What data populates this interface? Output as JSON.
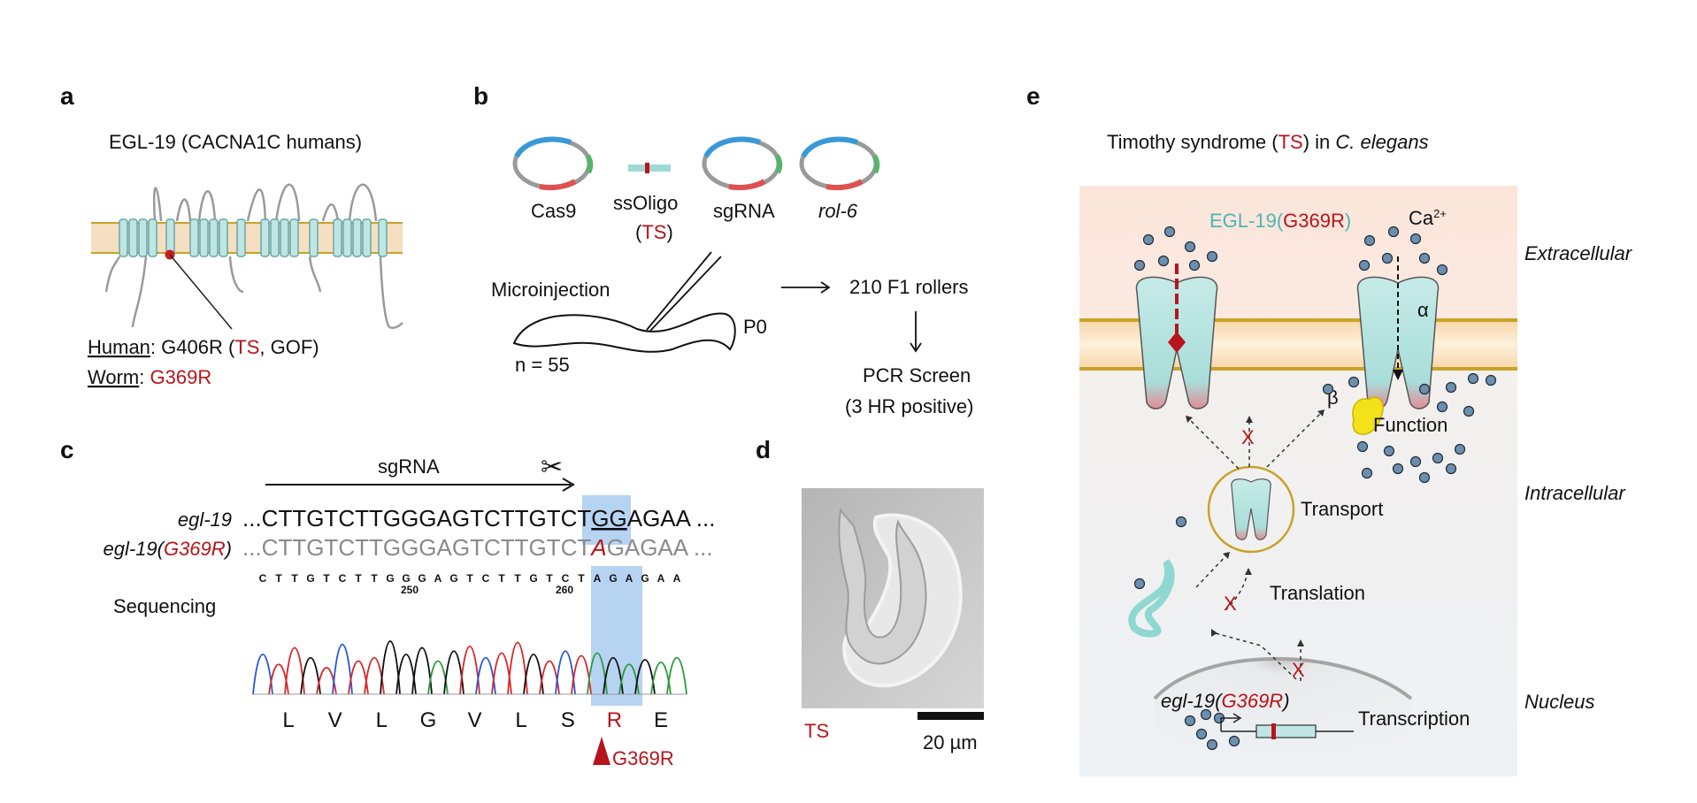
{
  "colors": {
    "red": "#b8141b",
    "teal": "#4bb5b5",
    "membrane_band": "#f6dfc0",
    "membrane_line": "#c9a227",
    "channel_fill": "#bfe6e4",
    "extracellular_bg": "#fbe7dc",
    "intracellular_bg": "#eef1f4",
    "highlight_blue": "#9cc3ee",
    "beta_yellow": "#f3e21a",
    "ion_fill": "#6d8fae"
  },
  "panel_a": {
    "letter": "a",
    "title": "EGL-19 (CACNA1C humans)",
    "human_label": "Human",
    "human_value_prefix": ": G406R (",
    "human_ts": "TS",
    "human_value_suffix": ", GOF)",
    "worm_label": "Worm",
    "worm_sep": ": ",
    "worm_value": "G369R"
  },
  "panel_b": {
    "letter": "b",
    "plasmids": [
      "Cas9",
      "ssOligo",
      "sgRNA",
      "rol-6"
    ],
    "ssoligo_ts_open": "(",
    "ssoligo_ts": "TS",
    "ssoligo_ts_close": ")",
    "microinjection": "Microinjection",
    "p0": "P0",
    "n_label": "n = 55",
    "rollers": "210 F1 rollers",
    "pcr_line1": "PCR Screen",
    "pcr_line2": "(3 HR positive)"
  },
  "panel_c": {
    "letter": "c",
    "sgrna": "sgRNA",
    "wt_label": "egl-19",
    "mut_label_prefix": "egl-19(",
    "mut_label_red": "G369R",
    "mut_label_suffix": ")",
    "wt_seq_a": "...CTTGTCTTGGGAGTCTTGTCT",
    "wt_seq_pam": "GG",
    "wt_seq_b": "AGAA ...",
    "mut_seq_a": "...CTTGTCTTGGGAGTCTTGTCT",
    "mut_seq_mut": "A",
    "mut_seq_b": "GAGAA ...",
    "sequencing": "Sequencing",
    "trace_bases": [
      "C",
      "T",
      "T",
      "G",
      "T",
      "C",
      "T",
      "T",
      "G",
      "G",
      "G",
      "A",
      "G",
      "T",
      "C",
      "T",
      "T",
      "G",
      "T",
      "C",
      "T",
      "A",
      "G",
      "A",
      "G",
      "A",
      "A"
    ],
    "trace_pos_250": "250",
    "trace_pos_260": "260",
    "amino_acids": [
      "L",
      "V",
      "L",
      "G",
      "V",
      "L",
      "S",
      "R",
      "E"
    ],
    "mutation_label": "G369R"
  },
  "panel_d": {
    "letter": "d",
    "label": "TS",
    "scale": "20 µm"
  },
  "panel_e": {
    "letter": "e",
    "title_prefix": "Timothy syndrome (",
    "title_ts": "TS",
    "title_mid": ") in ",
    "title_species": "C. elegans",
    "channel_prefix": "EGL-19(",
    "channel_red": "G369R",
    "channel_suffix": ")",
    "ca_label": "Ca",
    "ca_sup": "2+",
    "alpha": "α",
    "beta": "β",
    "function": "Function",
    "transport": "Transport",
    "translation": "Translation",
    "transcription": "Transcription",
    "gene_prefix": "egl-19(",
    "gene_red": "G369R",
    "gene_suffix": ")",
    "x_mark": "X",
    "extracellular": "Extracellular",
    "intracellular": "Intracellular",
    "nucleus": "Nucleus"
  }
}
